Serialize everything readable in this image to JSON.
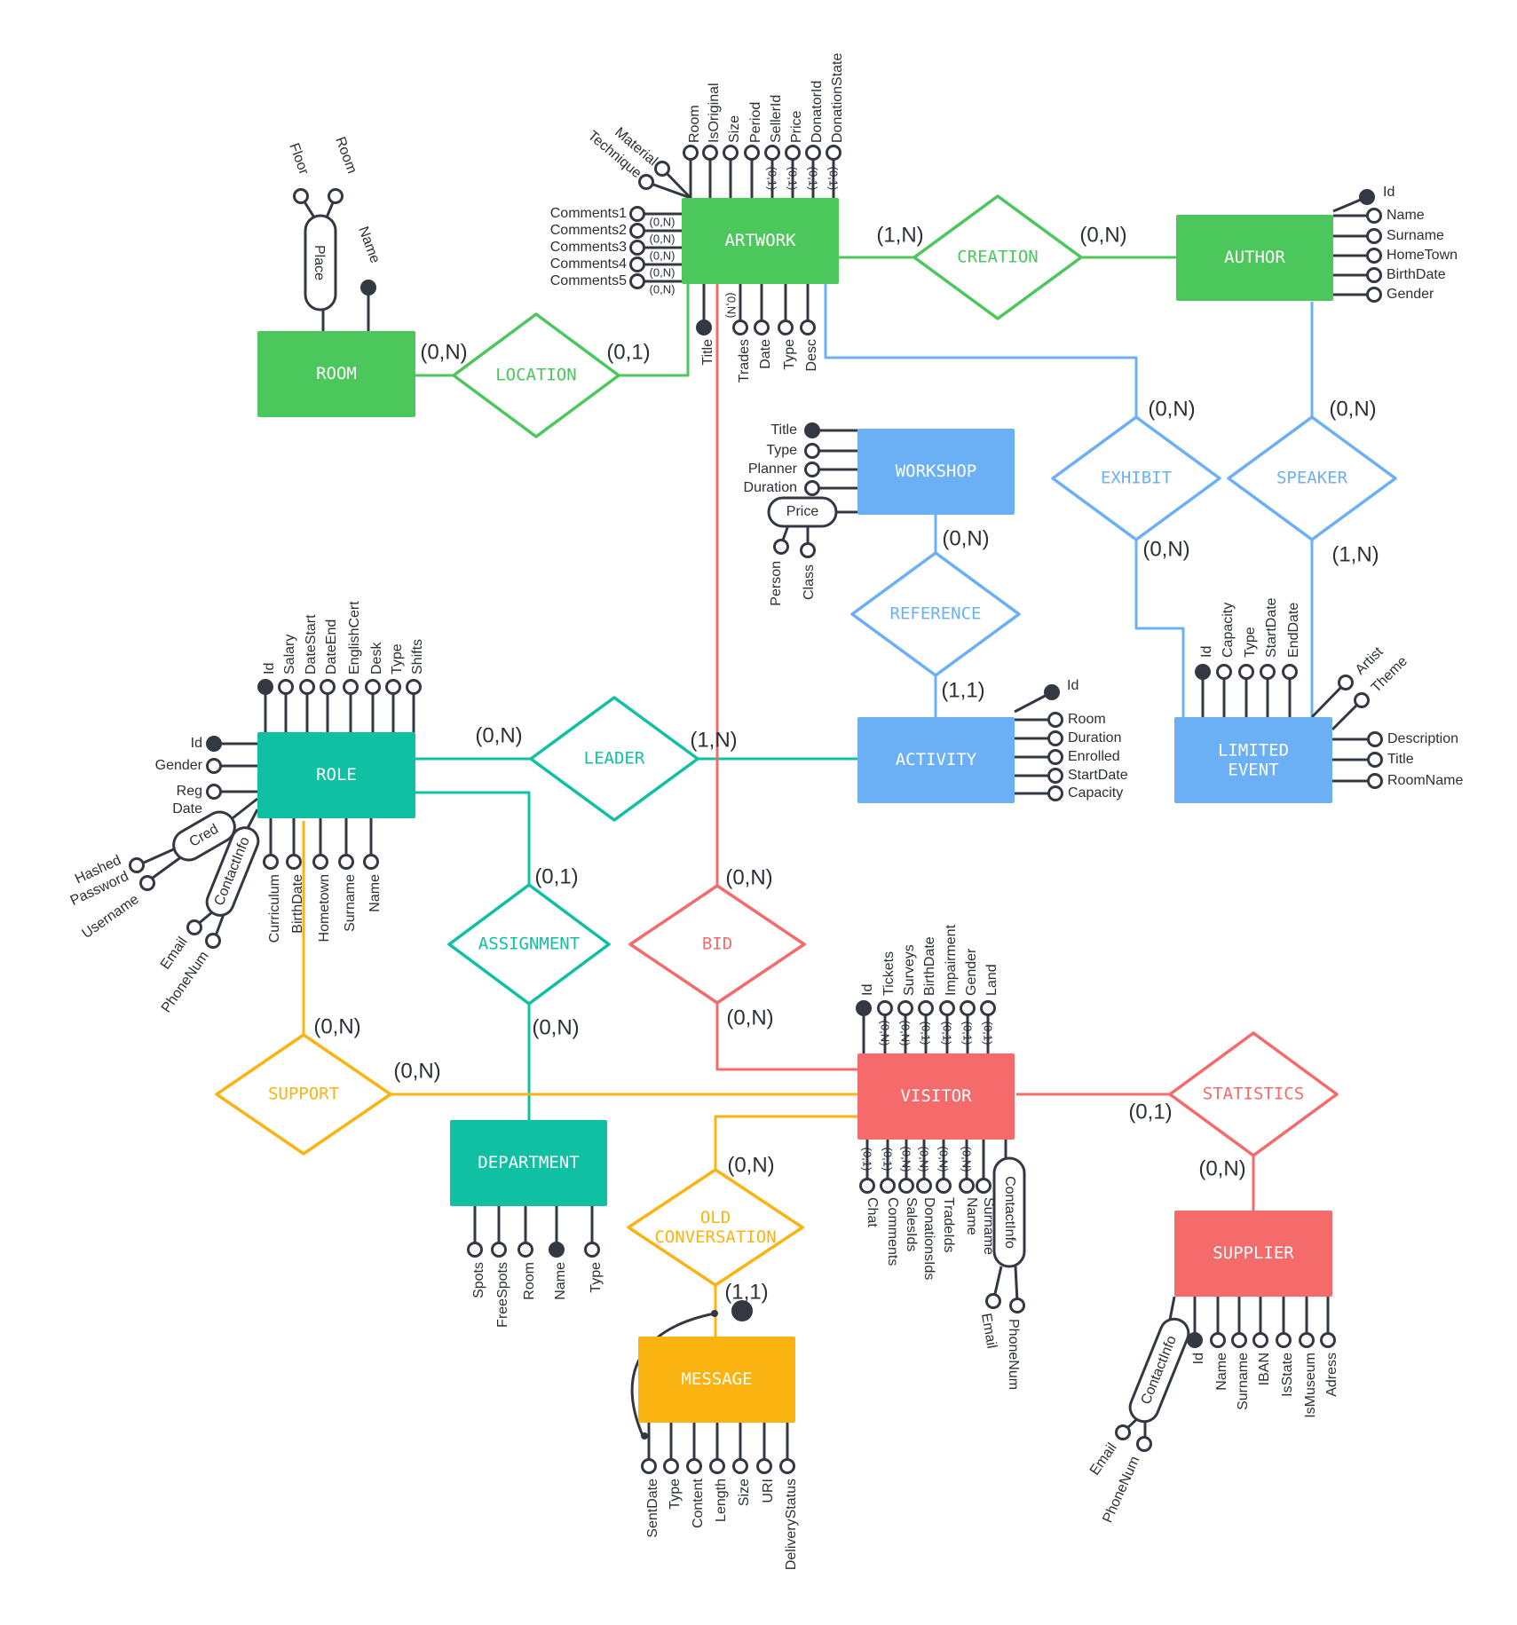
{
  "colors": {
    "green": "#4cc75c",
    "blue": "#6bb0f5",
    "teal": "#10c0a3",
    "orange": "#fbb312",
    "red": "#f56b6b",
    "dark": "#333842"
  },
  "entities": [
    {
      "id": "artwork",
      "label": "ARTWORK",
      "color": "green"
    },
    {
      "id": "author",
      "label": "AUTHOR",
      "color": "green"
    },
    {
      "id": "room",
      "label": "ROOM",
      "color": "green"
    },
    {
      "id": "workshop",
      "label": "WORKSHOP",
      "color": "blue"
    },
    {
      "id": "activity",
      "label": "ACTIVITY",
      "color": "blue"
    },
    {
      "id": "limited_event",
      "label": "LIMITED\nEVENT",
      "color": "blue"
    },
    {
      "id": "role",
      "label": "ROLE",
      "color": "teal"
    },
    {
      "id": "department",
      "label": "DEPARTMENT",
      "color": "teal"
    },
    {
      "id": "visitor",
      "label": "VISITOR",
      "color": "red"
    },
    {
      "id": "supplier",
      "label": "SUPPLIER",
      "color": "red"
    },
    {
      "id": "message",
      "label": "MESSAGE",
      "color": "orange"
    }
  ],
  "relationships": [
    {
      "id": "creation",
      "label": "CREATION",
      "color": "green"
    },
    {
      "id": "location",
      "label": "LOCATION",
      "color": "green"
    },
    {
      "id": "exhibit",
      "label": "EXHIBIT",
      "color": "blue"
    },
    {
      "id": "speaker",
      "label": "SPEAKER",
      "color": "blue"
    },
    {
      "id": "reference",
      "label": "REFERENCE",
      "color": "blue"
    },
    {
      "id": "leader",
      "label": "LEADER",
      "color": "teal"
    },
    {
      "id": "assignment",
      "label": "ASSIGNMENT",
      "color": "teal"
    },
    {
      "id": "bid",
      "label": "BID",
      "color": "red"
    },
    {
      "id": "statistics",
      "label": "STATISTICS",
      "color": "red"
    },
    {
      "id": "support",
      "label": "SUPPORT",
      "color": "orange"
    },
    {
      "id": "old_conversation",
      "label": "OLD\nCONVERSATION",
      "color": "orange"
    }
  ],
  "cardinalities": [
    {
      "id": "artwork-creation",
      "text": "(1,N)"
    },
    {
      "id": "creation-author",
      "text": "(0,N)"
    },
    {
      "id": "room-location",
      "text": "(0,N)"
    },
    {
      "id": "location-artwork",
      "text": "(0,1)"
    },
    {
      "id": "exhibit-artwork",
      "text": "(0,N)"
    },
    {
      "id": "speaker-author",
      "text": "(0,N)"
    },
    {
      "id": "exhibit-event",
      "text": "(0,N)"
    },
    {
      "id": "speaker-event",
      "text": "(1,N)"
    },
    {
      "id": "workshop-reference",
      "text": "(0,N)"
    },
    {
      "id": "reference-activity",
      "text": "(1,1)"
    },
    {
      "id": "role-leader",
      "text": "(0,N)"
    },
    {
      "id": "leader-activity",
      "text": "(1,N)"
    },
    {
      "id": "role-assignment",
      "text": "(0,1)"
    },
    {
      "id": "assignment-department",
      "text": "(0,N)"
    },
    {
      "id": "bid-artwork",
      "text": "(0,N)"
    },
    {
      "id": "bid-visitor",
      "text": "(0,N)"
    },
    {
      "id": "role-support",
      "text": "(0,N)"
    },
    {
      "id": "support-visitor",
      "text": "(0,N)"
    },
    {
      "id": "visitor-statistics",
      "text": "(0,1)"
    },
    {
      "id": "statistics-supplier",
      "text": "(0,N)"
    },
    {
      "id": "visitor-oldconv",
      "text": "(0,N)"
    },
    {
      "id": "oldconv-message",
      "text": "(1,1)"
    }
  ],
  "attributes": {
    "artwork_top": [
      {
        "label": "Material",
        "card": ""
      },
      {
        "label": "Technique",
        "card": ""
      },
      {
        "label": "Room",
        "card": ""
      },
      {
        "label": "IsOriginal",
        "card": ""
      },
      {
        "label": "Size",
        "card": ""
      },
      {
        "label": "Period",
        "card": ""
      },
      {
        "label": "SellerId",
        "card": "(0,1)"
      },
      {
        "label": "Price",
        "card": "(0,1)"
      },
      {
        "label": "DonatorId",
        "card": "(0,1)"
      },
      {
        "label": "DonationState",
        "card": "(0,1)"
      }
    ],
    "artwork_left": [
      {
        "label": "Comments1",
        "card": "(0,N)"
      },
      {
        "label": "Comments2",
        "card": "(0,N)"
      },
      {
        "label": "Comments3",
        "card": "(0,N)"
      },
      {
        "label": "Comments4",
        "card": "(0,N)"
      },
      {
        "label": "Comments5",
        "card": "(0,N)"
      }
    ],
    "artwork_bottom": [
      {
        "label": "Title",
        "key": true,
        "card": ""
      },
      {
        "label": "Trades",
        "card": "(0,N)"
      },
      {
        "label": "Date",
        "card": ""
      },
      {
        "label": "Type",
        "card": ""
      },
      {
        "label": "Desc",
        "card": ""
      }
    ],
    "author": [
      {
        "label": "Id",
        "key": true
      },
      {
        "label": "Name"
      },
      {
        "label": "Surname"
      },
      {
        "label": "HomeTown"
      },
      {
        "label": "BirthDate"
      },
      {
        "label": "Gender"
      }
    ],
    "room": {
      "composite": "Place",
      "composite_parts": [
        "Floor",
        "Room"
      ],
      "key": "Name"
    },
    "workshop": [
      {
        "label": "Title",
        "key": true
      },
      {
        "label": "Type"
      },
      {
        "label": "Planner"
      },
      {
        "label": "Duration"
      }
    ],
    "workshop_price": {
      "composite": "Price",
      "composite_parts": [
        "Person",
        "Class"
      ]
    },
    "activity": [
      {
        "label": "Id",
        "key": true
      },
      {
        "label": "Room"
      },
      {
        "label": "Duration"
      },
      {
        "label": "Enrolled"
      },
      {
        "label": "StartDate"
      },
      {
        "label": "Capacity"
      }
    ],
    "event_top": [
      {
        "label": "Id",
        "key": true
      },
      {
        "label": "Capacity"
      },
      {
        "label": "Type"
      },
      {
        "label": "StartDate"
      },
      {
        "label": "EndDate"
      }
    ],
    "event_right": [
      {
        "label": "Artist"
      },
      {
        "label": "Theme"
      },
      {
        "label": "Description"
      },
      {
        "label": "Title"
      },
      {
        "label": "RoomName"
      }
    ],
    "role_top": [
      {
        "label": "Id",
        "key": true
      },
      {
        "label": "Salary"
      },
      {
        "label": "DateStart"
      },
      {
        "label": "DateEnd"
      },
      {
        "label": "EnglishCert"
      },
      {
        "label": "Desk"
      },
      {
        "label": "Type"
      },
      {
        "label": "Shifts"
      }
    ],
    "role_left": [
      {
        "label": "Id",
        "key": true
      },
      {
        "label": "Gender"
      },
      {
        "label": "Reg\nDate"
      }
    ],
    "role_cred": {
      "composite": "Cred",
      "composite_parts": [
        "Hashed\nPassword",
        "Username"
      ]
    },
    "role_contact": {
      "composite": "ContactInfo",
      "composite_parts": [
        "Email",
        "PhoneNum"
      ]
    },
    "role_bottom": [
      {
        "label": "Curriculum"
      },
      {
        "label": "BirthDate"
      },
      {
        "label": "Hometown"
      },
      {
        "label": "Surname"
      },
      {
        "label": "Name"
      }
    ],
    "department": [
      {
        "label": "Spots"
      },
      {
        "label": "FreeSpots"
      },
      {
        "label": "Room"
      },
      {
        "label": "Name",
        "key": true
      },
      {
        "label": "Type"
      }
    ],
    "visitor_top": [
      {
        "label": "Id",
        "key": true,
        "card": ""
      },
      {
        "label": "Tickets",
        "card": "(0,N)"
      },
      {
        "label": "Surveys",
        "card": "(0,N)"
      },
      {
        "label": "BirthDate",
        "card": "(0,1)"
      },
      {
        "label": "Impairment",
        "card": "(0,1)"
      },
      {
        "label": "Gender",
        "card": "(0,1)"
      },
      {
        "label": "Land",
        "card": "(0,1)"
      }
    ],
    "visitor_bottom": [
      {
        "label": "Chat",
        "card": "(0,1)"
      },
      {
        "label": "Comments",
        "card": "(0,1)"
      },
      {
        "label": "SalesIds",
        "card": "(0,N)"
      },
      {
        "label": "DonationsIds",
        "card": "(0,N)"
      },
      {
        "label": "TradeIds",
        "card": "(0,N)"
      },
      {
        "label": "Name",
        "card": "(0,N)"
      },
      {
        "label": "Surname",
        "card": ""
      }
    ],
    "visitor_contact": {
      "composite": "ContactInfo",
      "composite_parts": [
        "Email",
        "PhoneNum"
      ]
    },
    "supplier": [
      {
        "label": "Id",
        "key": true
      },
      {
        "label": "Name"
      },
      {
        "label": "Surname"
      },
      {
        "label": "IBAN"
      },
      {
        "label": "IsState"
      },
      {
        "label": "IsMuseum"
      },
      {
        "label": "Adress"
      }
    ],
    "supplier_contact": {
      "composite": "ContactInfo",
      "composite_parts": [
        "Email",
        "PhoneNum"
      ]
    },
    "message": [
      {
        "label": "SentDate"
      },
      {
        "label": "Type"
      },
      {
        "label": "Content"
      },
      {
        "label": "Length"
      },
      {
        "label": "Size"
      },
      {
        "label": "URI"
      },
      {
        "label": "DeliveryStatus"
      }
    ]
  }
}
